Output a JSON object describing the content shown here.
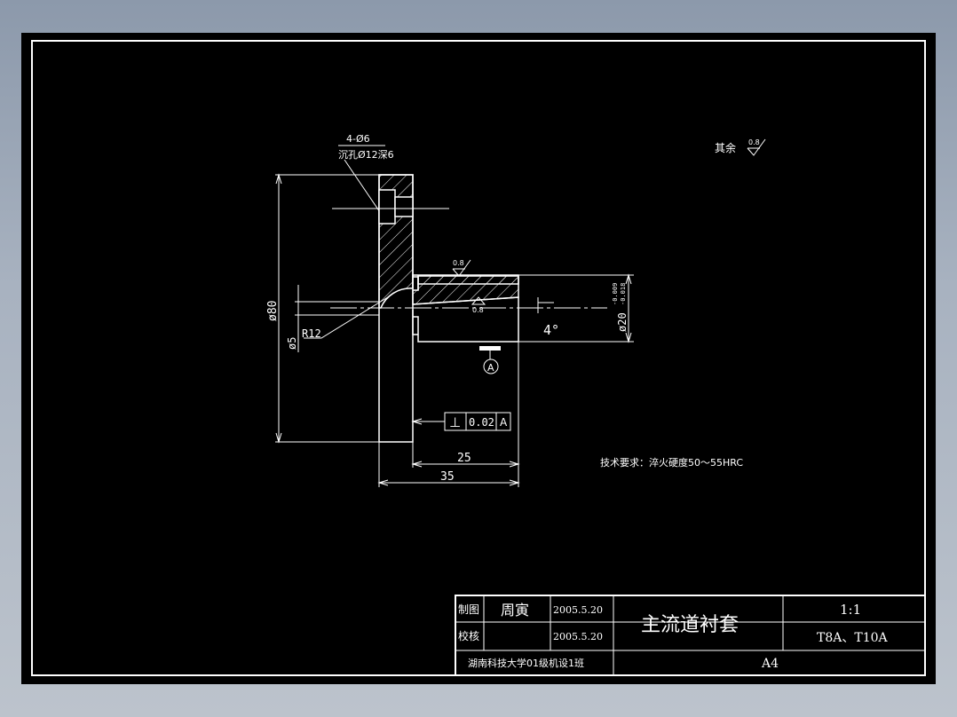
{
  "surface_note_label": "其余",
  "surface_note_value": "0.8",
  "hole_callout": {
    "count_dia": "4-Ø6",
    "counterbore": "沉孔Ø12深6"
  },
  "roughness_top": "0.8",
  "roughness_bore": "0.8",
  "dims": {
    "d80": "ø80",
    "d5": "ø5",
    "r12": "R12",
    "angle": "4°",
    "d20": "ø20",
    "d20_tol_upper": "-0.009",
    "d20_tol_lower": "-0.018",
    "len25": "25",
    "len35": "35"
  },
  "datum": "A",
  "tolerance_frame": {
    "symbol": "⊥",
    "value": "0.02",
    "datum": "A"
  },
  "tech_requirements": "技术要求：淬火硬度50～55HRC",
  "title_block": {
    "drawn_label": "制图",
    "drawn_name": "周寅",
    "drawn_date": "2005.5.20",
    "check_label": "校核",
    "check_name": "",
    "check_date": "2005.5.20",
    "part_name": "主流道衬套",
    "scale": "1:1",
    "material": "T8A、T10A",
    "school": "湖南科技大学01级机设1班",
    "paper_size": "A4"
  }
}
